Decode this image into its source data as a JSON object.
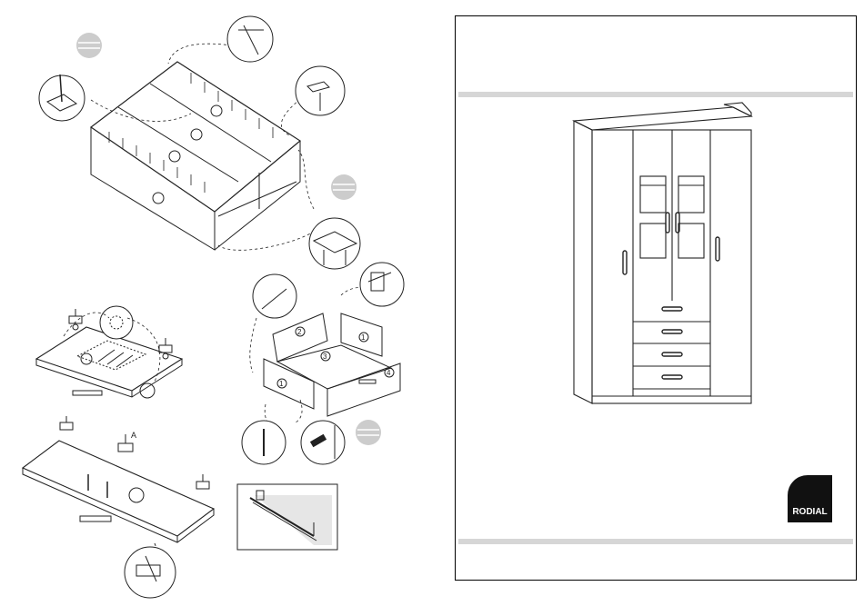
{
  "brand": {
    "logo_text": "RODIAL",
    "logo_color": "#111111"
  },
  "diagram": {
    "callout_letter": "A",
    "part_numbers": [
      "1",
      "2",
      "3",
      "4",
      "1"
    ]
  },
  "colors": {
    "line": "#222222",
    "bar": "#d6d6d6",
    "badge": "#cccccc"
  },
  "icons": [
    "nail-icon",
    "screw-icon",
    "dowel-icon",
    "bracket-icon",
    "hinge-icon",
    "handle-icon"
  ]
}
